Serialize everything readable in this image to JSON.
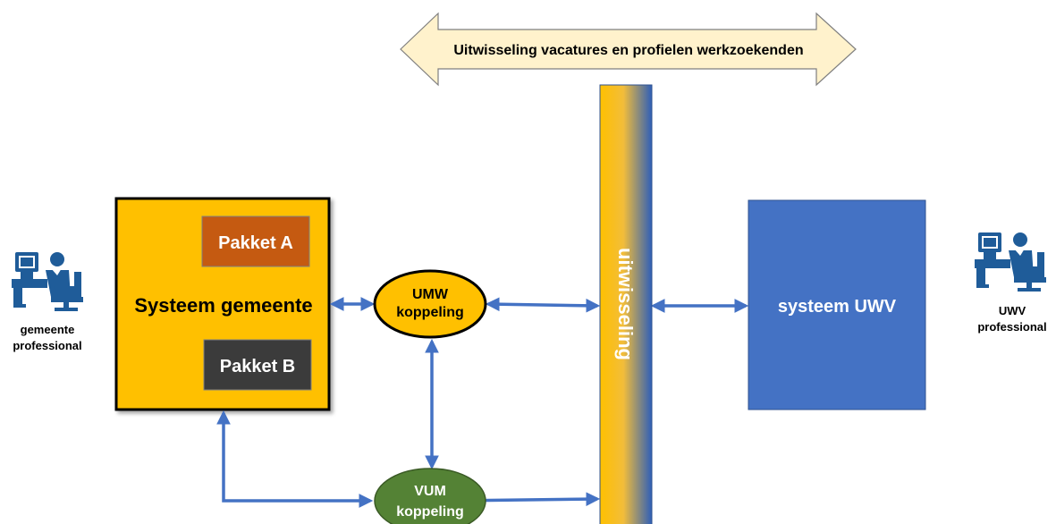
{
  "banner": {
    "label": "Uitwisseling vacatures en profielen werkzoekenden"
  },
  "systeem_gemeente": {
    "label": "Systeem gemeente"
  },
  "pakket_a": {
    "label": "Pakket A"
  },
  "pakket_b": {
    "label": "Pakket B"
  },
  "umw": {
    "line1": "UMW",
    "line2": "koppeling"
  },
  "vum": {
    "line1": "VUM",
    "line2": "koppeling"
  },
  "uitwisseling_bar": {
    "label": "uitwisseling"
  },
  "systeem_uwv": {
    "label": "systeem UWV"
  },
  "gemeente_professional": {
    "icon": "person-at-computer-icon",
    "line1": "gemeente",
    "line2": "professional"
  },
  "uwv_professional": {
    "icon": "person-at-computer-icon",
    "line1": "UWV",
    "line2": "professional"
  },
  "colors": {
    "gemeente_fill": "#FFC000",
    "pakket_a_fill": "#C55A11",
    "pakket_b_fill": "#3B3B3B",
    "uwv_fill": "#4472C4",
    "vum_fill": "#548235",
    "connector": "#4472C4",
    "banner_fill": "#FFF2CC",
    "icon": "#1F5C99"
  }
}
